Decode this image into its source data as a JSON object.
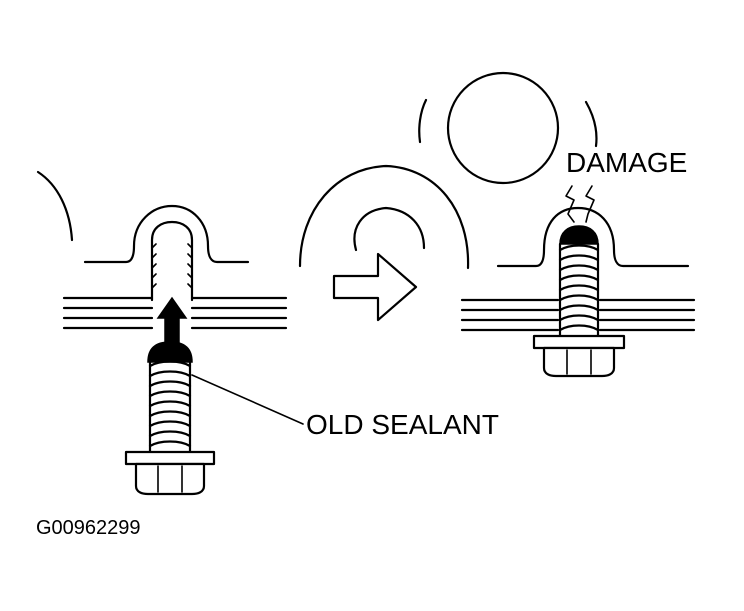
{
  "figure": {
    "labels": {
      "old_sealant": "OLD SEALANT",
      "damage": "DAMAGE",
      "figure_id": "G00962299"
    }
  }
}
